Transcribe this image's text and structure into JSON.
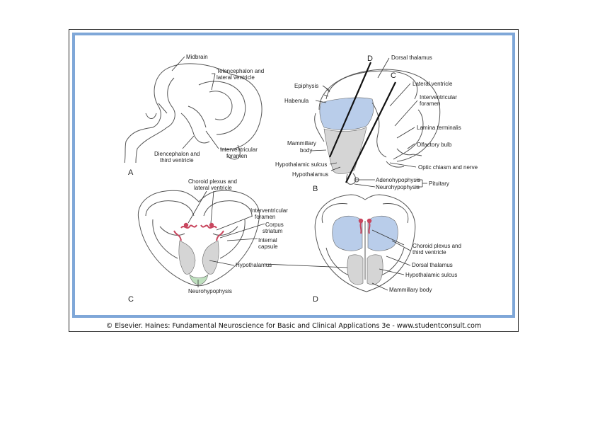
{
  "caption": "© Elsevier. Haines: Fundamental Neuroscience for Basic and Clinical Applications 3e - www.studentconsult.com",
  "panels": {
    "a": {
      "letter": "A",
      "labels": {
        "midbrain": "Midbrain",
        "telencephalon_1": "Telencephalon and",
        "telencephalon_2": "lateral ventricle",
        "diencephalon_1": "Diencephalon and",
        "diencephalon_2": "third ventricle",
        "interventricular_1": "Interventricular",
        "interventricular_2": "foramen"
      }
    },
    "b": {
      "letter": "B",
      "section_d": "D",
      "section_c": "C",
      "labels": {
        "dorsal_thalamus": "Dorsal thalamus",
        "epiphysis": "Epiphysis",
        "habenula": "Habenula",
        "lateral_ventricle": "Lateral ventricle",
        "interventricular_1": "Interventricular",
        "interventricular_2": "foramen",
        "lamina_terminalis": "Lamina terminalis",
        "mammillary_1": "Mammillary",
        "mammillary_2": "body",
        "olfactory_bulb": "Olfactory bulb",
        "hypothalamic_sulcus": "Hypothalamic sulcus",
        "optic_chiasm": "Optic chiasm and nerve",
        "hypothalamus": "Hypothalamus",
        "adenohypophysis": "Adenohypophysis",
        "neurohypophysis": "Neurohypophysis",
        "pituitary": "Pituitary"
      }
    },
    "c": {
      "letter": "C",
      "labels": {
        "choroid_1": "Choroid plexus and",
        "choroid_2": "lateral ventricle",
        "interventricular_1": "Interventricular",
        "interventricular_2": "foramen",
        "corpus_1": "Corpus",
        "corpus_2": "striatum",
        "internal_1": "Internal",
        "internal_2": "capsule",
        "hypothalamus": "Hypothalamus",
        "neurohypophysis": "Neurohypophysis"
      }
    },
    "d": {
      "letter": "D",
      "labels": {
        "choroid_1": "Choroid plexus and",
        "choroid_2": "third ventricle",
        "dorsal_thalamus": "Dorsal thalamus",
        "hypothalamic_sulcus": "Hypothalamic sulcus",
        "mammillary_body": "Mammillary body"
      }
    }
  },
  "colors": {
    "frame_border": "#7fa7d8",
    "thalamus_fill": "#b9cdea",
    "hypothalamus_fill": "#d5d5d5",
    "choroid_plexus": "#c8465e",
    "neurohypophysis_fill": "#bfe0bf"
  }
}
